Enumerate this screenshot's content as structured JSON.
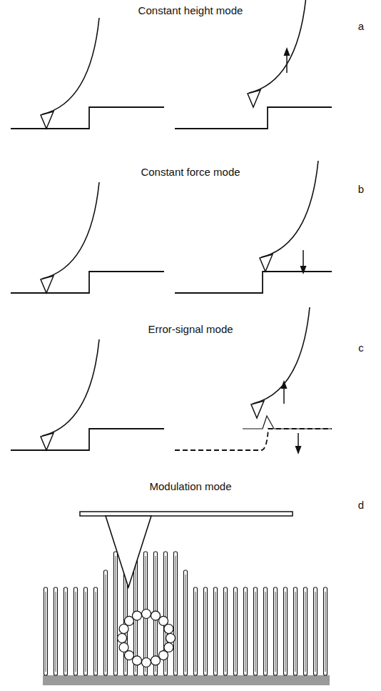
{
  "diagram": {
    "labels": [
      "Constant height mode",
      "a",
      "Constant force mode",
      "b",
      "Error-signal mode",
      "c",
      "Modulation mode",
      "d"
    ]
  }
}
